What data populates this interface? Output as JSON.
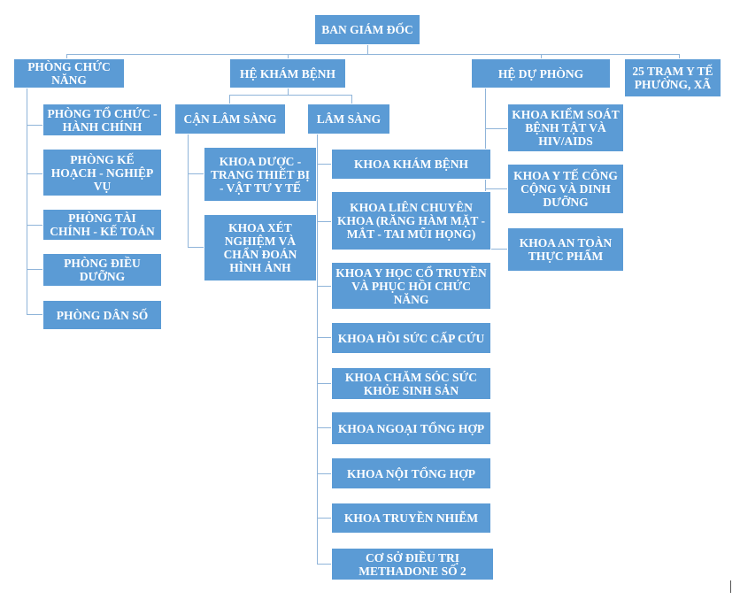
{
  "root": "BAN GIÁM ĐỐC",
  "phong_chuc_nang": {
    "title": "PHÒNG CHỨC NĂNG",
    "items": [
      "PHÒNG TỔ CHỨC - HÀNH CHÍNH",
      "PHÒNG KẾ HOẠCH - NGHIỆP VỤ",
      "PHÒNG TÀI CHÍNH - KẾ TOÁN",
      "PHÒNG ĐIỀU DƯỠNG",
      "PHÒNG DÂN SỐ"
    ]
  },
  "he_kham_benh": {
    "title": "HỆ KHÁM BỆNH",
    "can_lam_sang": {
      "title": "CẬN LÂM SÀNG",
      "items": [
        "KHOA DƯỢC - TRANG THIẾT BỊ - VẬT TƯ Y TẾ",
        "KHOA XÉT NGHIỆM VÀ CHẨN ĐOÁN HÌNH ẢNH"
      ]
    },
    "lam_sang": {
      "title": "LÂM SÀNG",
      "items": [
        "KHOA KHÁM BỆNH",
        "KHOA LIÊN CHUYÊN KHOA (RĂNG HÀM MẶT -MẮT - TAI MŨI HỌNG)",
        "KHOA Y HỌC CỔ TRUYỀN VÀ PHỤC HỒI CHỨC NĂNG",
        "KHOA HỒI SỨC CẤP CỨU",
        "KHOA CHĂM SÓC SỨC KHỎE SINH SẢN",
        "KHOA NGOẠI TỔNG HỢP",
        "KHOA NỘI TỔNG HỢP",
        "KHOA TRUYỀN NHIỄM",
        "CƠ SỞ ĐIỀU TRỊ METHADONE SỐ 2"
      ]
    }
  },
  "he_du_phong": {
    "title": "HỆ DỰ PHÒNG",
    "items": [
      "KHOA KIỂM SOÁT BỆNH TẬT VÀ HIV/AIDS",
      "KHOA Y TẾ CÔNG CỘNG VÀ DINH DƯỠNG",
      "KHOA AN TOÀN THỰC PHẨM"
    ]
  },
  "tram_y_te": "25 TRẠM Y TẾ PHƯỜNG, XÃ",
  "colors": {
    "box_fill": "#5b9bd5",
    "connector": "#8fb4d9",
    "text": "#ffffff"
  }
}
